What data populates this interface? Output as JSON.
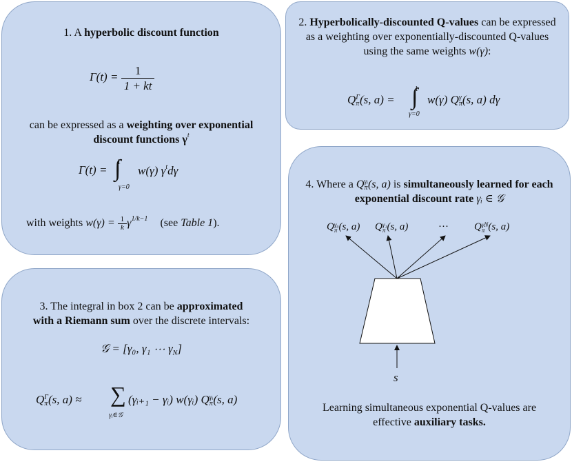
{
  "box1": {
    "line1_pre": "1.  A ",
    "line1_bold": "hyperbolic discount function",
    "eq1_lhs": "Γ(t) = ",
    "eq1_num": "1",
    "eq1_den": "1 + kt",
    "line2_pre": "can be expressed as a ",
    "line2_bold": "weighting over exponential",
    "line3_bold": "discount functions γ",
    "line3_sup": "t",
    "eq2_lhs": "Γ(t) = ",
    "eq2_upper": "1",
    "eq2_lower": "γ=0",
    "eq2_body": "w(γ) γ",
    "eq2_sup": "t",
    "eq2_tail": "dγ",
    "weights_pre": "with weights ",
    "weights_w": "w(γ) = ",
    "weights_frac_num": "1",
    "weights_frac_den": "k",
    "weights_gamma": "γ",
    "weights_sup": "1/k−1",
    "weights_post": "(see ",
    "weights_table": "Table 1",
    "weights_end": ")."
  },
  "box2": {
    "line1_pre": "2.  ",
    "line1_bold": "Hyperbolically-discounted Q-values",
    "line1_post": " can be expressed",
    "line2": "as a weighting over exponentially-discounted Q-values",
    "line3_pre": "using the same weights ",
    "line3_italic": "w(γ)",
    "line3_post": ":",
    "eq_lhs": "Q",
    "eq_lhs_sup": "Γ",
    "eq_lhs_sub": "π",
    "eq_lhs_args": "(s, a) = ",
    "eq_upper": "1",
    "eq_lower": "γ=0",
    "eq_body1": "w(γ) Q",
    "eq_body_sup": "γ",
    "eq_body_sub": "π",
    "eq_body2": "(s, a) dγ"
  },
  "box3": {
    "line1_pre": "3. The integral in box 2 can be ",
    "line1_bold": "approximated",
    "line2_bold": "with a Riemann sum",
    "line2_post": " over the discrete intervals:",
    "set_eq": "𝒢 = [γ₀, γ₁ ⋯ γ",
    "set_sub": "N",
    "set_end": "]",
    "eq_lhs": "Q",
    "eq_lhs_sup": "Γ",
    "eq_lhs_sub": "π",
    "eq_lhs_args": "(s, a) ≈ ",
    "eq_sigma": "∑",
    "eq_sigma_lower": "γᵢ∈𝒢",
    "eq_body": "(γᵢ₊₁ − γᵢ) w(γᵢ) Q",
    "eq_body_sup": "γᵢ",
    "eq_body_sub": "π",
    "eq_body_end": "(s, a)"
  },
  "box4": {
    "line1_pre": "4. Where a ",
    "line1_q": "Q",
    "line1_q_sup": "γᵢ",
    "line1_q_sub": "π",
    "line1_q_args": "(s, a)",
    "line1_mid": " is ",
    "line1_bold": "simultaneously learned for each",
    "line2_bold": "exponential discount rate",
    "line2_post": " γᵢ ∈ 𝒢",
    "outputs": [
      {
        "q": "Q",
        "sup": "γ₀",
        "sub": "π",
        "args": "(s, a)"
      },
      {
        "q": "Q",
        "sup": "γ₁",
        "sub": "π",
        "args": "(s, a)"
      },
      {
        "q": "",
        "sup": "",
        "sub": "",
        "args": "···"
      },
      {
        "q": "Q",
        "sup": "γN",
        "sub": "π",
        "args": "(s, a)"
      }
    ],
    "input_label": "s",
    "footer1": "Learning simultaneous exponential Q-values are",
    "footer2_pre": "effective ",
    "footer2_bold": "auxiliary tasks."
  },
  "colors": {
    "box_fill": "#c9d8ef",
    "box_stroke": "#8fa6c8"
  }
}
